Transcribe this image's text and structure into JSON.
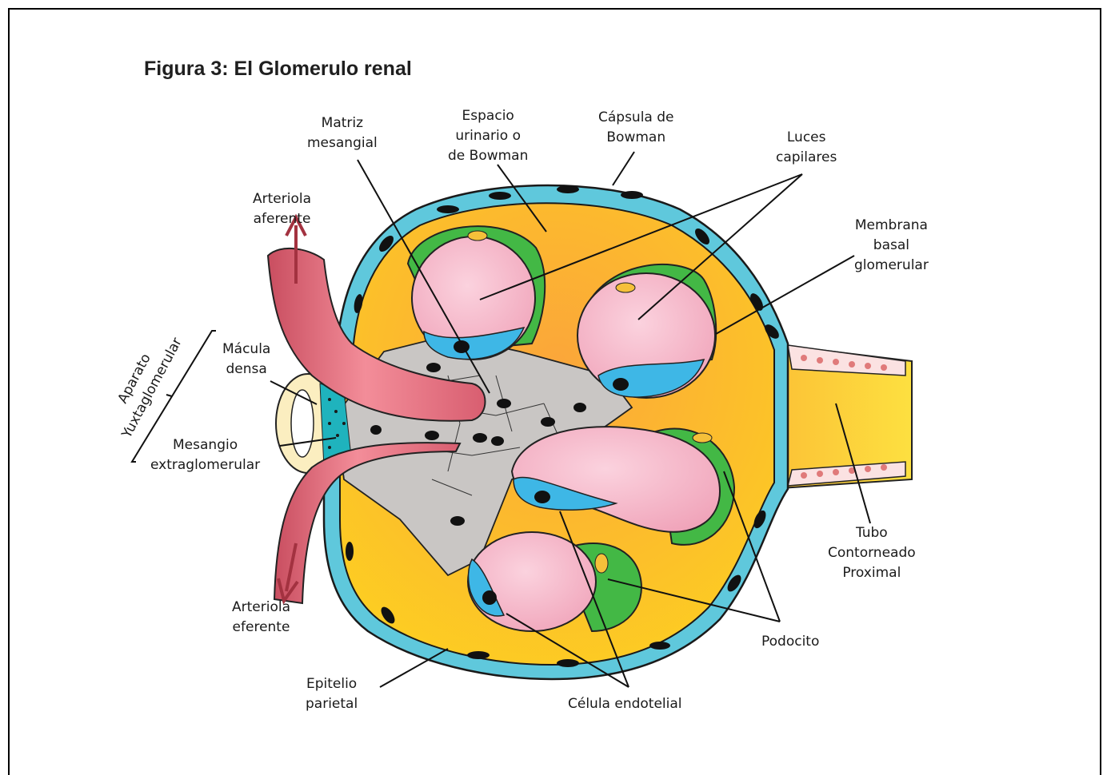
{
  "figure": {
    "title": "Figura 3: El Glomerulo renal"
  },
  "labels": {
    "matriz_mesangial": [
      "Matriz",
      "mesangial"
    ],
    "espacio_urinario": [
      "Espacio",
      "urinario o",
      "de Bowman"
    ],
    "capsula_bowman": [
      "Cápsula de",
      "Bowman"
    ],
    "luces_capilares": [
      "Luces",
      "capilares"
    ],
    "membrana_basal": [
      "Membrana",
      "basal",
      "glomerular"
    ],
    "arteriola_aferente": [
      "Arteriola",
      "aferente"
    ],
    "macula_densa": [
      "Mácula",
      "densa"
    ],
    "aparato_yuxtaglomerular": [
      "Aparato",
      "Yuxtaglomerular"
    ],
    "mesangio_extraglomerular": [
      "Mesangio",
      "extraglomerular"
    ],
    "arteriola_eferente": [
      "Arteriola",
      "eferente"
    ],
    "epitelio_parietal": [
      "Epitelio",
      "parietal"
    ],
    "celula_endotelial": "Célula endotelial",
    "podocito": "Podocito",
    "tubo_contorneado": [
      "Tubo",
      "Contorneado",
      "Proximal"
    ]
  },
  "colors": {
    "urinary_space": "#fbb93a",
    "capsule_epithelium": "#5fc8dc",
    "nucleus": "#111111",
    "capillary_lumen": "#f4b3c6",
    "endothelial_cell": "#3eb7e6",
    "podocyte": "#43b845",
    "mesangium": "#c9c6c4",
    "arteriole": "#e8707e",
    "arrow": "#a33240"
  }
}
